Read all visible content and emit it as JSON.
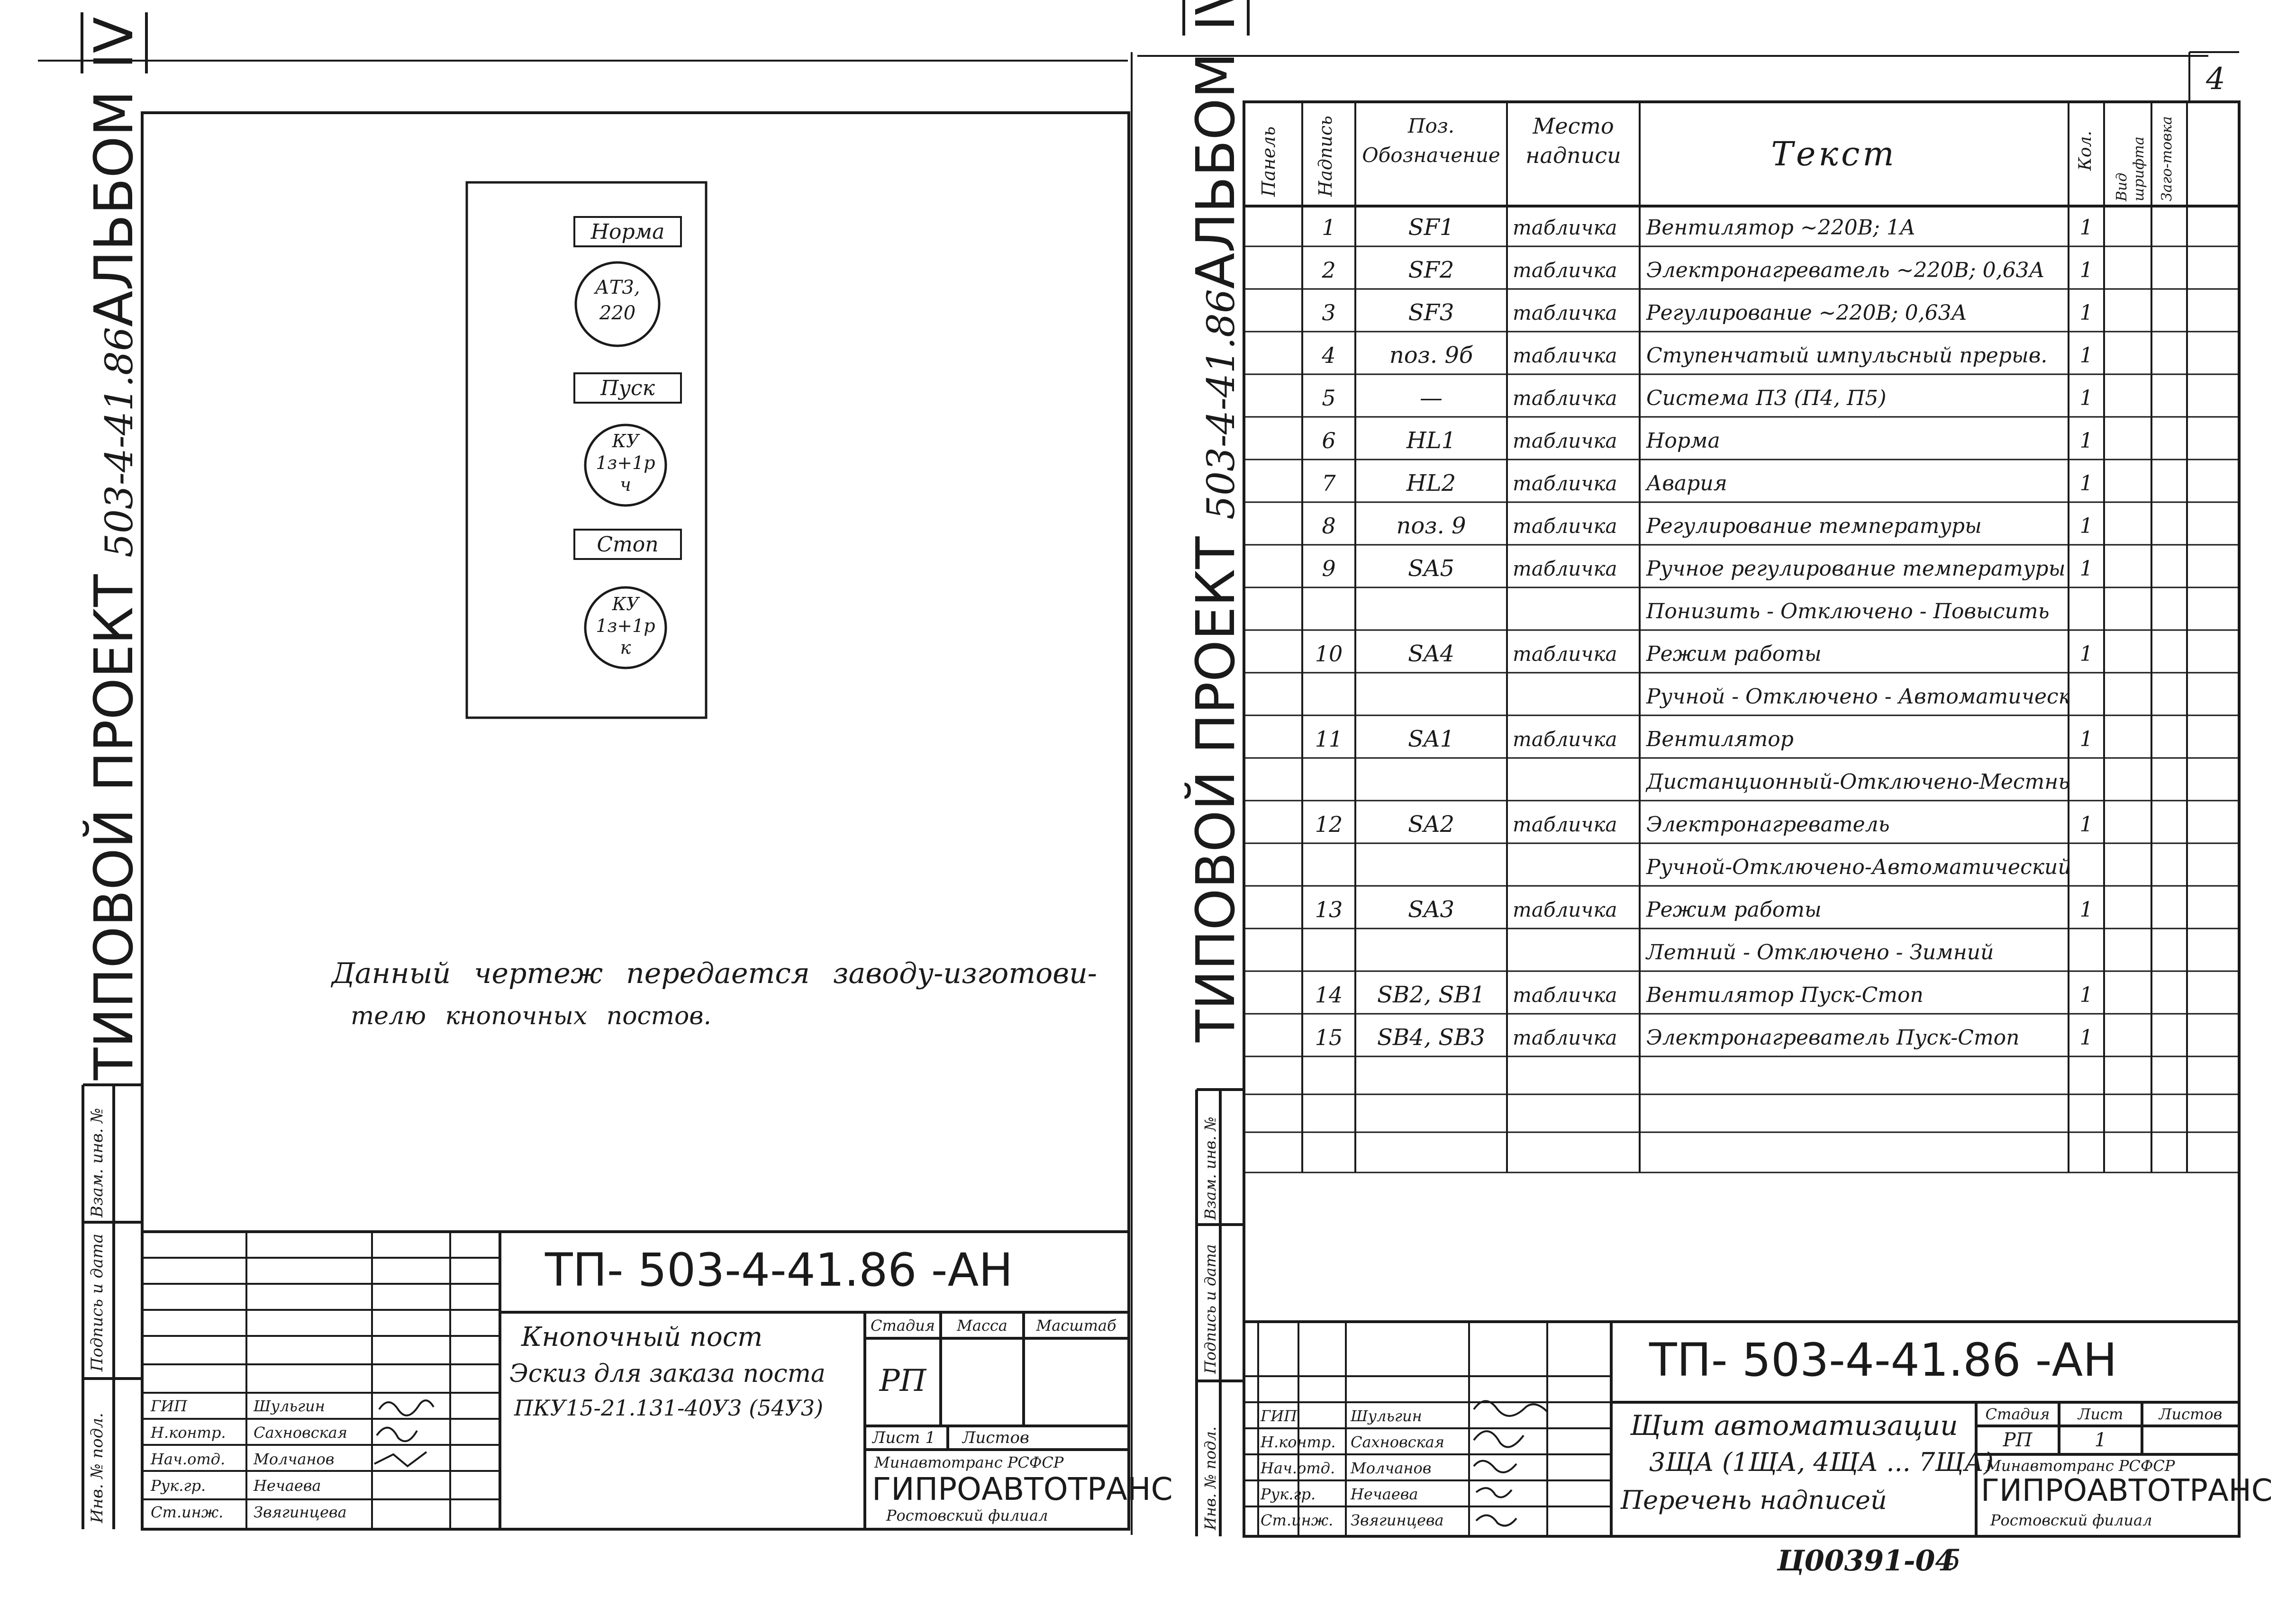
{
  "page": {
    "sheet_number": "4",
    "bottom_code": "Ц00391-04",
    "bottom_page": "5"
  },
  "left_sheet": {
    "album_title": "ТИПОВОЙ ПРОЕКТ",
    "album_code": "503-4-41.86",
    "album_word": "АЛЬБОМ",
    "album_volume": "IV",
    "panel": {
      "label1": "Норма",
      "lamp1_line1": "АТ3,",
      "lamp1_line2": "220",
      "label2": "Пуск",
      "button1_line1": "КУ",
      "button1_line2": "1з+1р",
      "button1_line3": "ч",
      "label3": "Стоп",
      "button2_line1": "КУ",
      "button2_line2": "1з+1р",
      "button2_line3": "к"
    },
    "note_line1": "Данный чертеж передается заводу-изготови-",
    "note_line2": "телю кнопочных постов.",
    "side_labels": [
      "Взам. инв. №",
      "Подпись и дата",
      "Инв. № подл."
    ],
    "title_block": {
      "code": "ТП- 503-4-41.86 -АН",
      "desc_line1": "Кнопочный пост",
      "desc_line2": "Эскиз для заказа поста",
      "desc_line3": "ПКУ15-21.131-40У3 (54У3)",
      "stage_header": "Стадия",
      "mass_header": "Масса",
      "scale_header": "Масштаб",
      "stage_value": "РП",
      "sheet_label": "Лист 1",
      "sheets_label": "Листов",
      "ministry": "Минавтотранс РСФСР",
      "org": "ГИПРОАВТОТРАНС",
      "branch": "Ростовский филиал",
      "roles": [
        "ГИП",
        "Н.контр.",
        "Нач.отд.",
        "Рук.гр.",
        "Ст.инж."
      ],
      "names": [
        "Шульгин",
        "Сахновская",
        "Молчанов",
        "Нечаева",
        "Звягинцева"
      ]
    }
  },
  "right_sheet": {
    "album_title": "ТИПОВОЙ ПРОЕКТ",
    "album_code": "503-4-41.86",
    "album_word": "АЛЬБОМ",
    "album_volume": "IV",
    "headers": {
      "panel": "Панель",
      "inscription": "Надпись",
      "pos_line1": "Поз.",
      "pos_line2": "Обозначение",
      "place_line1": "Место",
      "place_line2": "надписи",
      "text": "Текст",
      "qty": "Кол.",
      "font": "Вид шрифта",
      "blank": "Заго-товка"
    },
    "rows": [
      {
        "n": "1",
        "pos": "SF1",
        "place": "табличка",
        "text": "Вентилятор ~220В; 1А",
        "qty": "1"
      },
      {
        "n": "2",
        "pos": "SF2",
        "place": "табличка",
        "text": "Электронагреватель ~220В; 0,63А",
        "qty": "1"
      },
      {
        "n": "3",
        "pos": "SF3",
        "place": "табличка",
        "text": "Регулирование ~220В; 0,63А",
        "qty": "1"
      },
      {
        "n": "4",
        "pos": "поз. 9б",
        "place": "табличка",
        "text": "Ступенчатый импульсный прерыв.",
        "qty": "1"
      },
      {
        "n": "5",
        "pos": "—",
        "place": "табличка",
        "text": "Система П3 (П4, П5)",
        "qty": "1"
      },
      {
        "n": "6",
        "pos": "HL1",
        "place": "табличка",
        "text": "Норма",
        "qty": "1"
      },
      {
        "n": "7",
        "pos": "HL2",
        "place": "табличка",
        "text": "Авария",
        "qty": "1"
      },
      {
        "n": "8",
        "pos": "поз. 9",
        "place": "табличка",
        "text": "Регулирование температуры",
        "qty": "1"
      },
      {
        "n": "9",
        "pos": "SA5",
        "place": "табличка",
        "text": "Ручное регулирование температуры",
        "qty": "1"
      },
      {
        "n": "",
        "pos": "",
        "place": "",
        "text": "Понизить - Отключено - Повысить",
        "qty": ""
      },
      {
        "n": "10",
        "pos": "SA4",
        "place": "табличка",
        "text": "Режим работы",
        "qty": "1"
      },
      {
        "n": "",
        "pos": "",
        "place": "",
        "text": "Ручной - Отключено - Автоматический",
        "qty": ""
      },
      {
        "n": "11",
        "pos": "SA1",
        "place": "табличка",
        "text": "Вентилятор",
        "qty": "1"
      },
      {
        "n": "",
        "pos": "",
        "place": "",
        "text": "Дистанционный-Отключено-Местный",
        "qty": ""
      },
      {
        "n": "12",
        "pos": "SA2",
        "place": "табличка",
        "text": "Электронагреватель",
        "qty": "1"
      },
      {
        "n": "",
        "pos": "",
        "place": "",
        "text": "Ручной-Отключено-Автоматический",
        "qty": ""
      },
      {
        "n": "13",
        "pos": "SA3",
        "place": "табличка",
        "text": "Режим работы",
        "qty": "1"
      },
      {
        "n": "",
        "pos": "",
        "place": "",
        "text": "Летний - Отключено - Зимний",
        "qty": ""
      },
      {
        "n": "14",
        "pos": "SB2, SB1",
        "place": "табличка",
        "text": "Вентилятор Пуск-Стоп",
        "qty": "1"
      },
      {
        "n": "15",
        "pos": "SB4, SB3",
        "place": "табличка",
        "text": "Электронагреватель Пуск-Стоп",
        "qty": "1"
      }
    ],
    "side_labels": [
      "Взам. инв. №",
      "Подпись и дата",
      "Инв. № подл."
    ],
    "title_block": {
      "code": "ТП- 503-4-41.86 -АН",
      "desc_line1": "Щит автоматизации",
      "desc_line2": "3ЩА (1ЩА, 4ЩА ... 7ЩА)",
      "desc_line3": "Перечень надписей",
      "stage_header": "Стадия",
      "sheet_header": "Лист",
      "sheets_header": "Листов",
      "stage_value": "РП",
      "sheet_value": "1",
      "ministry": "Минавтотранс РСФСР",
      "org": "ГИПРОАВТОТРАНС",
      "branch": "Ростовский филиал",
      "roles": [
        "ГИП",
        "Н.контр.",
        "Нач.отд.",
        "Рук.гр.",
        "Ст.инж."
      ],
      "names": [
        "Шульгин",
        "Сахновская",
        "Молчанов",
        "Нечаева",
        "Звягинцева"
      ]
    }
  }
}
